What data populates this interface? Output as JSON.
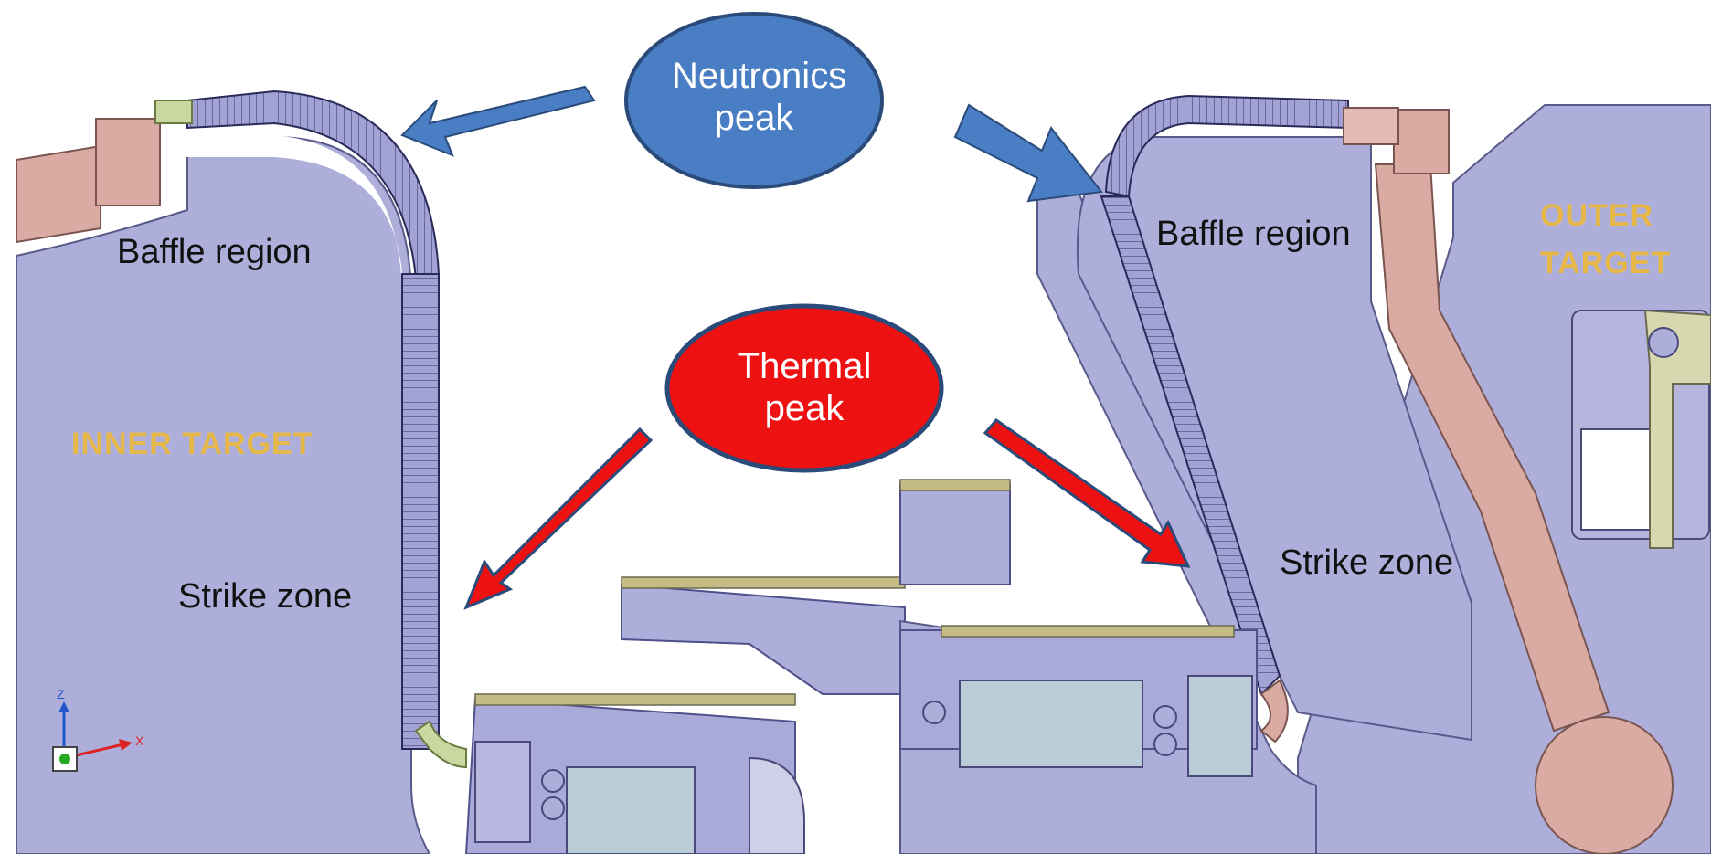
{
  "callouts": {
    "neutronics": {
      "line1": "Neutronics",
      "line2": "peak",
      "fill": "#4a7ec4"
    },
    "thermal": {
      "line1": "Thermal",
      "line2": "peak",
      "fill": "#ee1111"
    }
  },
  "labels": {
    "baffle_left": "Baffle region",
    "baffle_right": "Baffle region",
    "strike_left": "Strike zone",
    "strike_right": "Strike zone",
    "inner_target": "INNER TARGET",
    "outer_target_line1": "OUTER",
    "outer_target_line2": "TARGET"
  },
  "axis_triad": {
    "z": "Z",
    "x": "X"
  },
  "colors": {
    "cassette": "#aeaedb",
    "tiles": "#9a9ad0",
    "pipe": "#d9aba3",
    "coating": "#c4bb85",
    "label_gold": "#e6b84a",
    "arrow_blue": "#4a7ec4",
    "arrow_red": "#ee1111"
  }
}
